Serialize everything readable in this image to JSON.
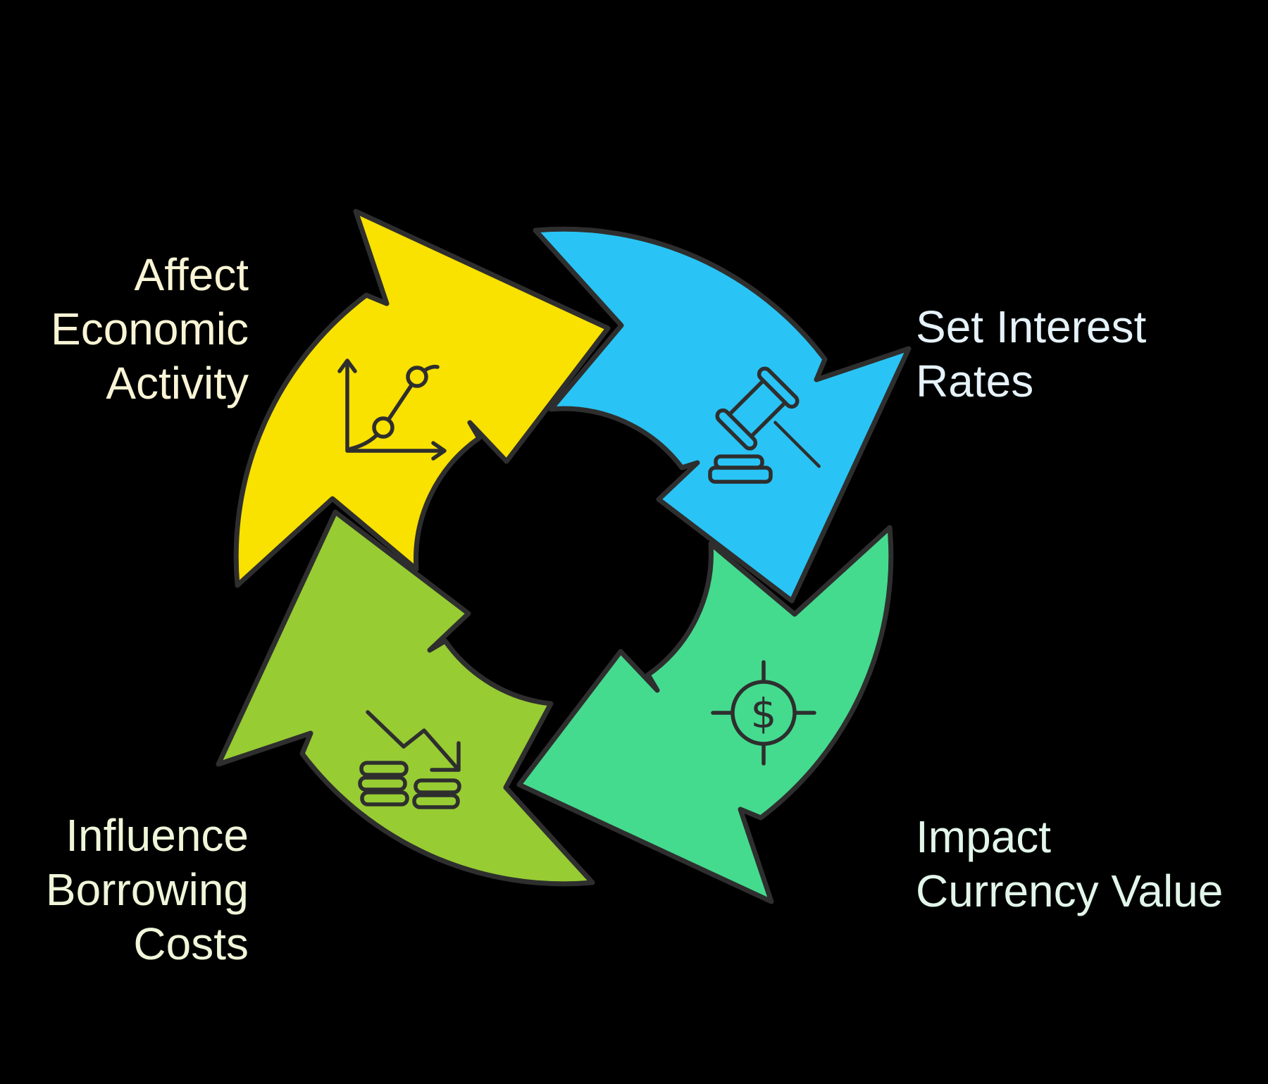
{
  "diagram": {
    "type": "cycle",
    "background": "#000000",
    "outline_color": "#2e2e2e",
    "flow": "clockwise",
    "steps": {
      "set_rates": {
        "title_lines": [
          "Set Interest",
          "Rates"
        ],
        "arrow_color": "#29c4f5",
        "text_color": "#e6f2f9",
        "icon": "gavel-icon",
        "position": "top-right"
      },
      "impact_currency": {
        "title_lines": [
          "Impact",
          "Currency Value"
        ],
        "arrow_color": "#44db8e",
        "text_color": "#e2f6ea",
        "icon": "dollar-target-icon",
        "position": "bottom-right"
      },
      "influence_costs": {
        "title_lines": [
          "Influence",
          "Borrowing",
          "Costs"
        ],
        "arrow_color": "#97cc33",
        "text_color": "#eff6d9",
        "icon": "coins-decline-icon",
        "position": "bottom-left"
      },
      "affect_activity": {
        "title_lines": [
          "Affect",
          "Economic",
          "Activity"
        ],
        "arrow_color": "#f9e100",
        "text_color": "#f8f4d5",
        "icon": "line-chart-icon",
        "position": "top-left"
      }
    }
  }
}
